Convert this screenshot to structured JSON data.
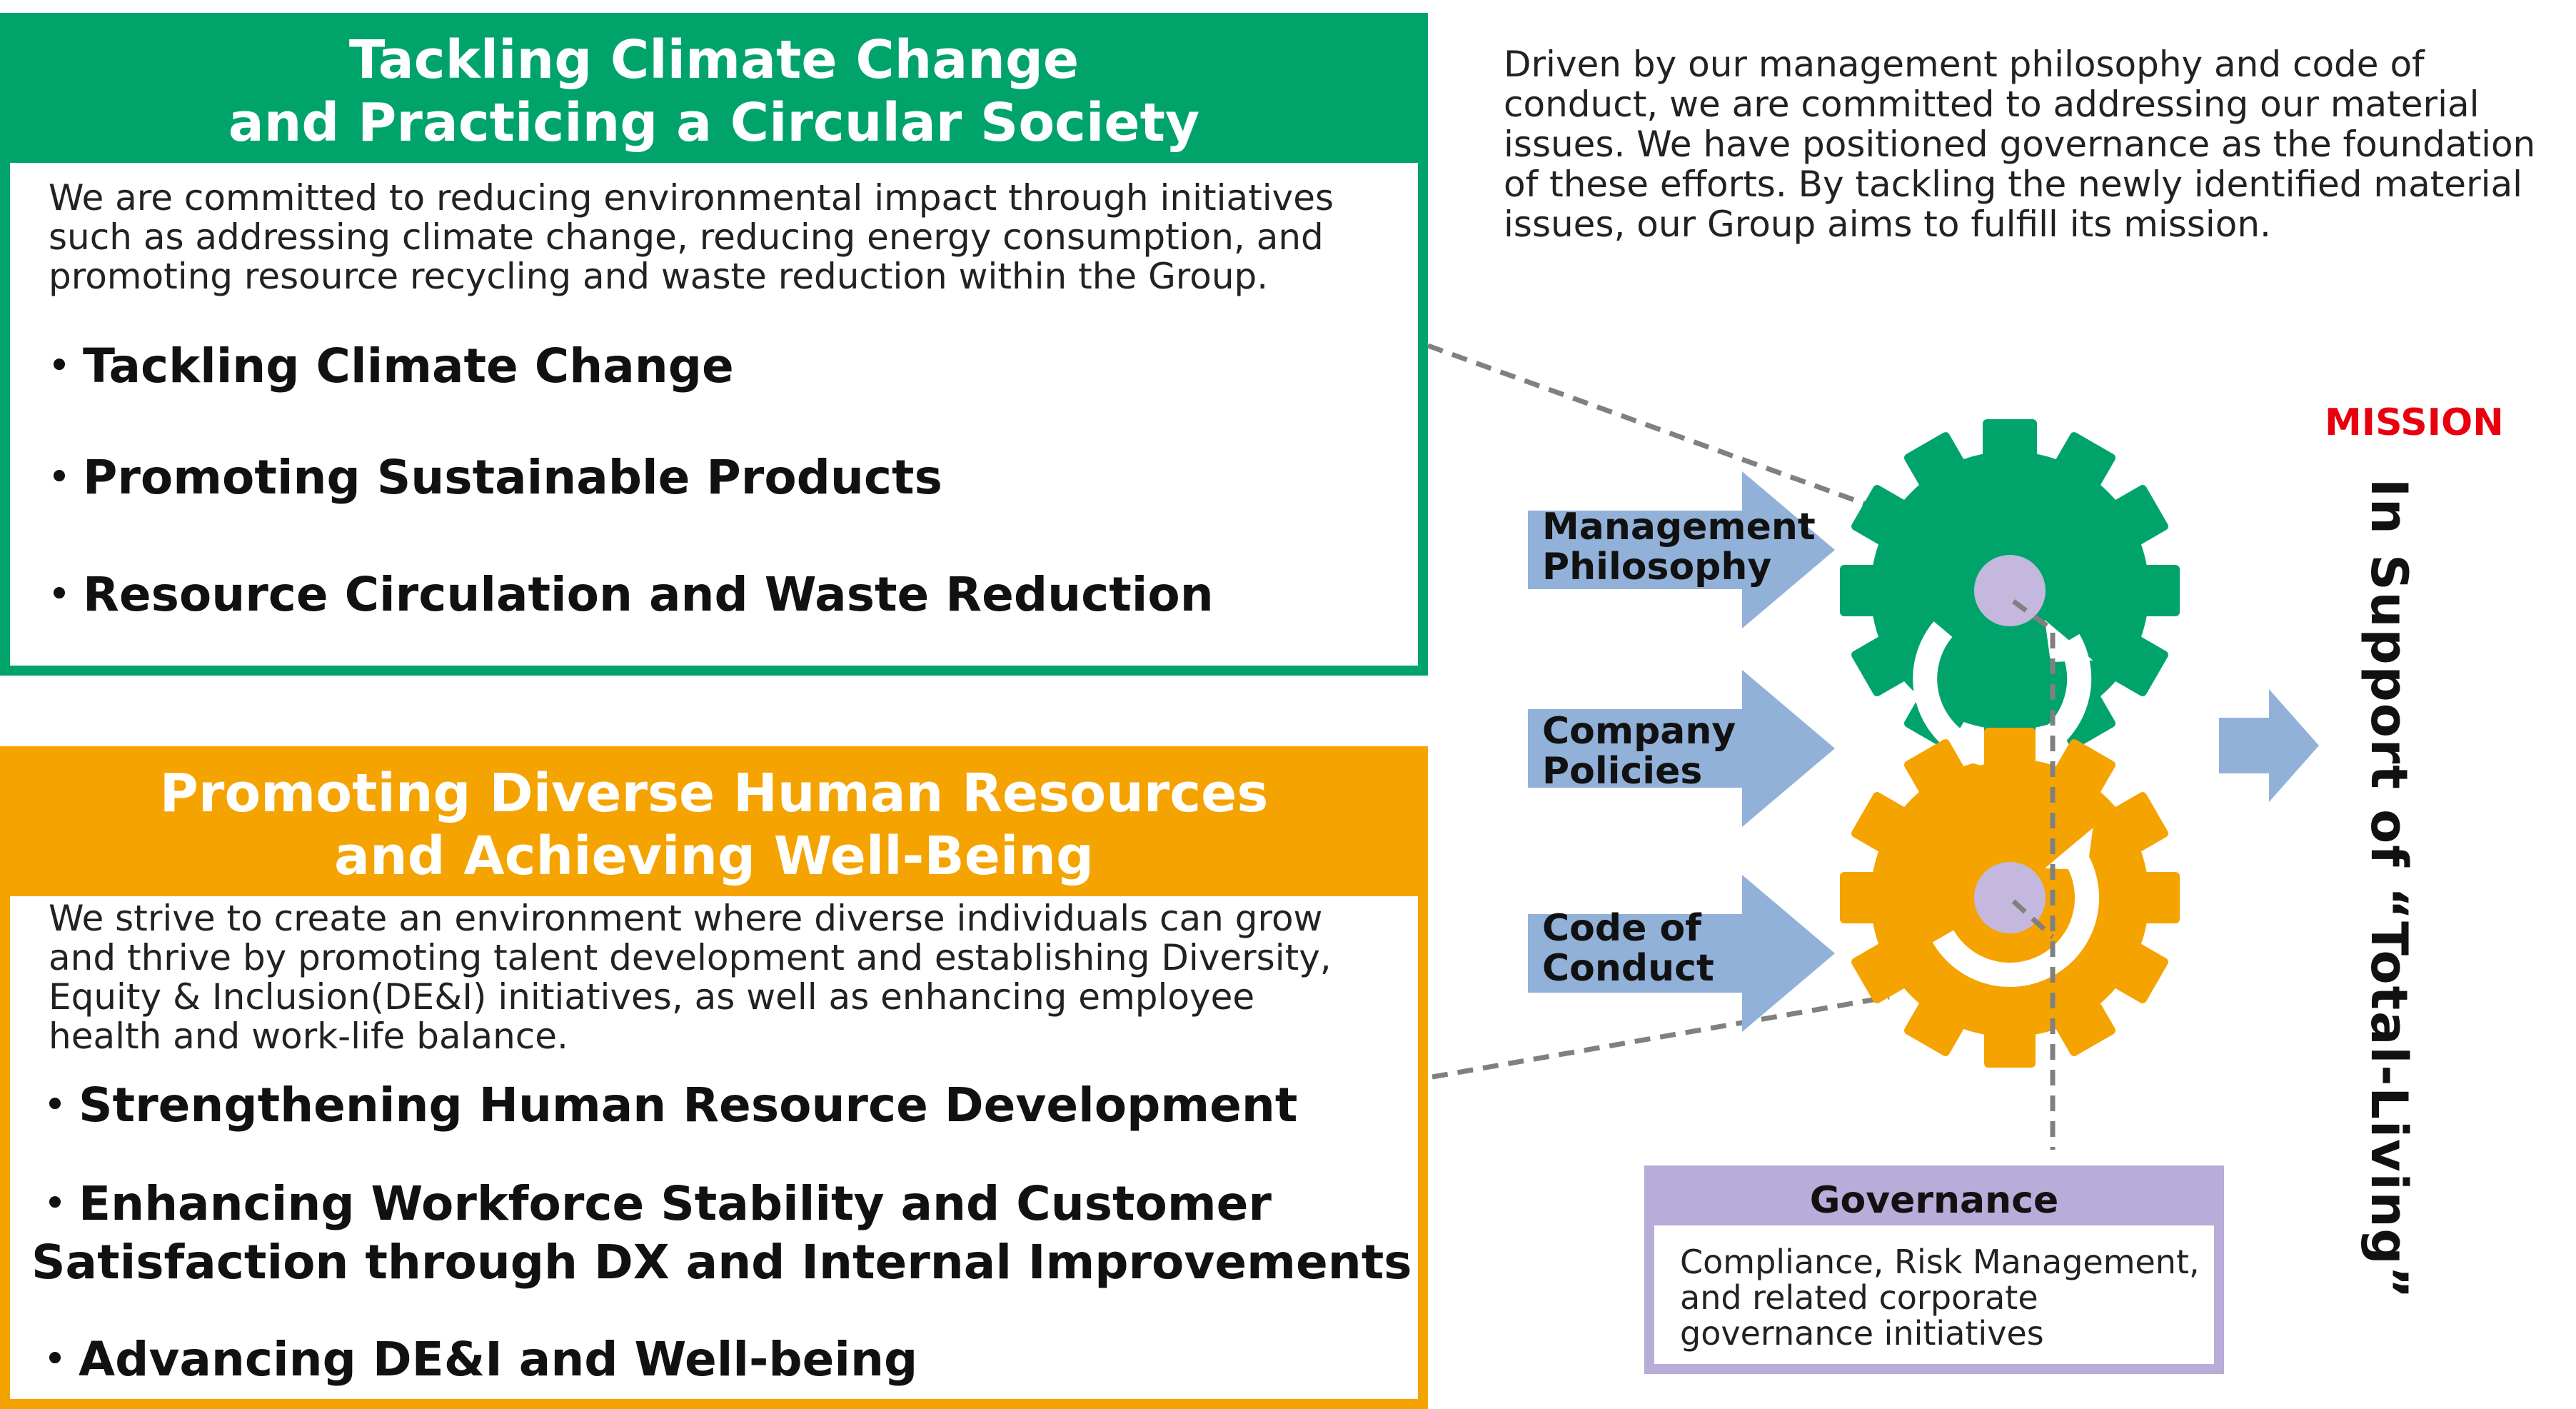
{
  "environment_panel": {
    "title_lines": [
      "Tackling Climate Change",
      "and Practicing a Circular Society"
    ],
    "description_lines": [
      "We are committed to reducing environmental impact through initiatives",
      "such as addressing climate change, reducing energy consumption, and",
      "promoting resource recycling and waste reduction within the Group."
    ],
    "items": [
      "・Tackling Climate Change",
      "・Promoting Sustainable Products",
      "・Resource Circulation and Waste Reduction"
    ],
    "color": "#00a46a"
  },
  "people_panel": {
    "title_lines": [
      "Promoting Diverse Human Resources",
      "and Achieving Well-Being"
    ],
    "description_lines": [
      "We strive to create an environment where diverse individuals can grow",
      "and thrive by promoting talent development and establishing Diversity,",
      "Equity & Inclusion(DE&I) initiatives, as well as enhancing employee",
      "health and work-life balance."
    ],
    "items": [
      [
        "・Strengthening Human Resource Development"
      ],
      [
        "・Enhancing Workforce Stability and Customer",
        "Satisfaction through DX and Internal Improvements"
      ],
      [
        "・Advancing DE&I and Well-being"
      ]
    ],
    "color": "#f5a300"
  },
  "intro_lines": [
    "Driven by our management philosophy and code of",
    "conduct, we are committed to addressing our material",
    "issues. We have positioned governance as the foundation",
    "of these efforts. By tackling the newly identified material",
    "issues, our Group aims to fulfill its mission."
  ],
  "inputs": [
    {
      "lines": [
        "Management",
        "Philosophy"
      ]
    },
    {
      "lines": [
        "Company",
        "Policies"
      ]
    },
    {
      "lines": [
        "Code of",
        "Conduct"
      ]
    }
  ],
  "mission": {
    "label": "MISSION",
    "text": "In Support of “Total-Living”",
    "label_color": "#e8000f"
  },
  "governance": {
    "title": "Governance",
    "description_lines": [
      "Compliance, Risk Management,",
      "and related corporate",
      "governance initiatives"
    ],
    "color": "#b8acd9"
  },
  "colors": {
    "arrow": "#92b1d9",
    "gear_green": "#00a46a",
    "gear_orange": "#f5a300",
    "hub": "#c4b8de",
    "connector": "#808080"
  },
  "icons": [
    "gear-icon",
    "rotation-arrow-icon",
    "right-arrow-icon"
  ]
}
